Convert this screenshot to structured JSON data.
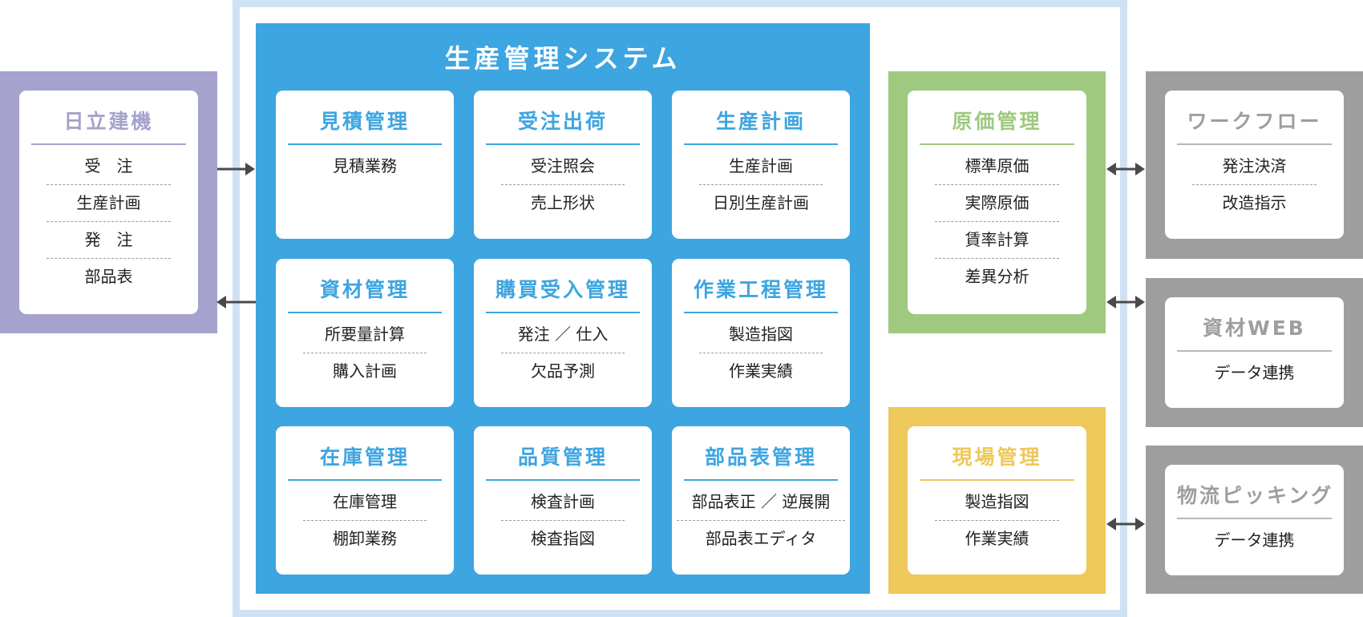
{
  "production_system": {
    "title": "生産管理システム",
    "modules": [
      {
        "title": "見積管理",
        "items": [
          "見積業務"
        ]
      },
      {
        "title": "受注出荷",
        "items": [
          "受注照会",
          "売上形状"
        ]
      },
      {
        "title": "生産計画",
        "items": [
          "生産計画",
          "日別生産計画"
        ]
      },
      {
        "title": "資材管理",
        "items": [
          "所要量計算",
          "購入計画"
        ]
      },
      {
        "title": "購買受入管理",
        "items": [
          "発注 ／ 仕入",
          "欠品予測"
        ]
      },
      {
        "title": "作業工程管理",
        "items": [
          "製造指図",
          "作業実績"
        ]
      },
      {
        "title": "在庫管理",
        "items": [
          "在庫管理",
          "棚卸業務"
        ]
      },
      {
        "title": "品質管理",
        "items": [
          "検査計画",
          "検査指図"
        ]
      },
      {
        "title": "部品表管理",
        "items": [
          "部品表正 ／ 逆展開",
          "部品表エディタ"
        ]
      }
    ]
  },
  "hitachi": {
    "title": "日立建機",
    "items": [
      "受　注",
      "生産計画",
      "発　注",
      "部品表"
    ]
  },
  "cost": {
    "title": "原価管理",
    "items": [
      "標準原価",
      "実際原価",
      "賃率計算",
      "差異分析"
    ]
  },
  "field": {
    "title": "現場管理",
    "items": [
      "製造指図",
      "作業実績"
    ]
  },
  "workflow": {
    "title": "ワークフロー",
    "items": [
      "発注決済",
      "改造指示"
    ]
  },
  "material_web": {
    "title": "資材WEB",
    "items": [
      "データ連携"
    ]
  },
  "logistics": {
    "title": "物流ピッキング",
    "items": [
      "データ連携"
    ]
  },
  "colors": {
    "system_blue": "#3da5e0",
    "frame_light_blue": "#cfe2f5",
    "hitachi_purple": "#a5a2cd",
    "cost_green": "#9fc97f",
    "field_yellow": "#eec85a",
    "external_gray": "#9e9e9e",
    "arrow": "#4a4a4a"
  }
}
